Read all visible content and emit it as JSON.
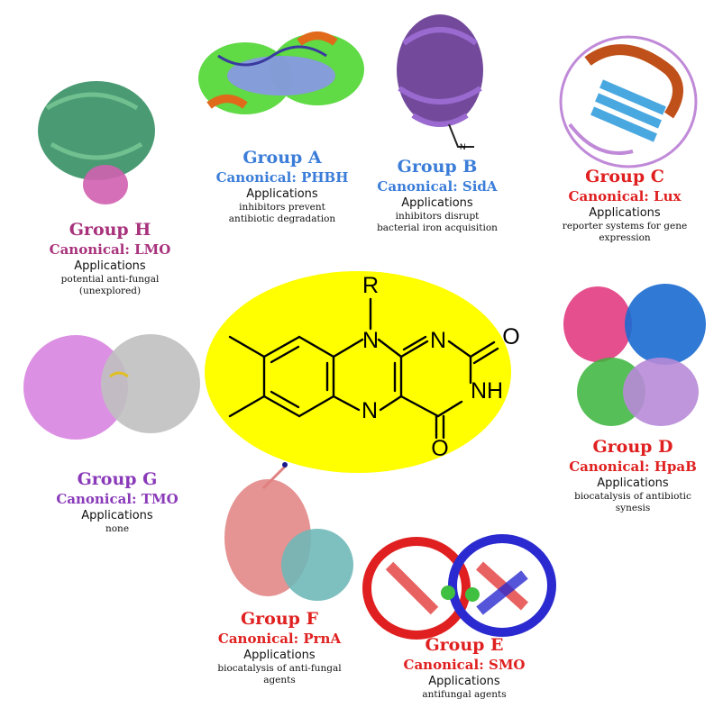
{
  "colors": {
    "ellipse": "#ffff00",
    "groupA": "#3b7dd8",
    "groupB": "#3b7dd8",
    "groupC": "#e02020",
    "groupD": "#e02020",
    "groupE": "#e02020",
    "groupF": "#e02020",
    "groupG": "#8a3ab9",
    "groupH": "#a8327c"
  },
  "structure": {
    "atom_R": "R",
    "atom_N1": "N",
    "atom_N2": "N",
    "atom_N3": "N",
    "atom_NH": "NH",
    "atom_O1": "O",
    "atom_O2": "O"
  },
  "groups": {
    "A": {
      "title": "Group A",
      "canonical": "Canonical: PHBH",
      "applications": "Applications",
      "desc1": "inhibitors prevent",
      "desc2": "antibiotic degradation"
    },
    "B": {
      "title": "Group B",
      "canonical": "Canonical: SidA",
      "applications": "Applications",
      "desc1": "inhibitors disrupt",
      "desc2": "bacterial iron acquisition"
    },
    "C": {
      "title": "Group C",
      "canonical": "Canonical: Lux",
      "applications": "Applications",
      "desc1": "reporter systems for gene",
      "desc2": "expression"
    },
    "D": {
      "title": "Group D",
      "canonical": "Canonical: HpaB",
      "applications": "Applications",
      "desc1": "biocatalysis of antibiotic",
      "desc2": "synesis"
    },
    "E": {
      "title": "Group E",
      "canonical": "Canonical: SMO",
      "applications": "Applications",
      "desc1": "antifungal agents",
      "desc2": ""
    },
    "F": {
      "title": "Group F",
      "canonical": "Canonical: PrnA",
      "applications": "Applications",
      "desc1": "biocatalysis of anti-fungal",
      "desc2": "agents"
    },
    "G": {
      "title": "Group G",
      "canonical": "Canonical: TMO",
      "applications": "Applications",
      "desc1": "none",
      "desc2": ""
    },
    "H": {
      "title": "Group H",
      "canonical": "Canonical: LMO",
      "applications": "Applications",
      "desc1": "potential anti-fungal",
      "desc2": "(unexplored)"
    }
  }
}
